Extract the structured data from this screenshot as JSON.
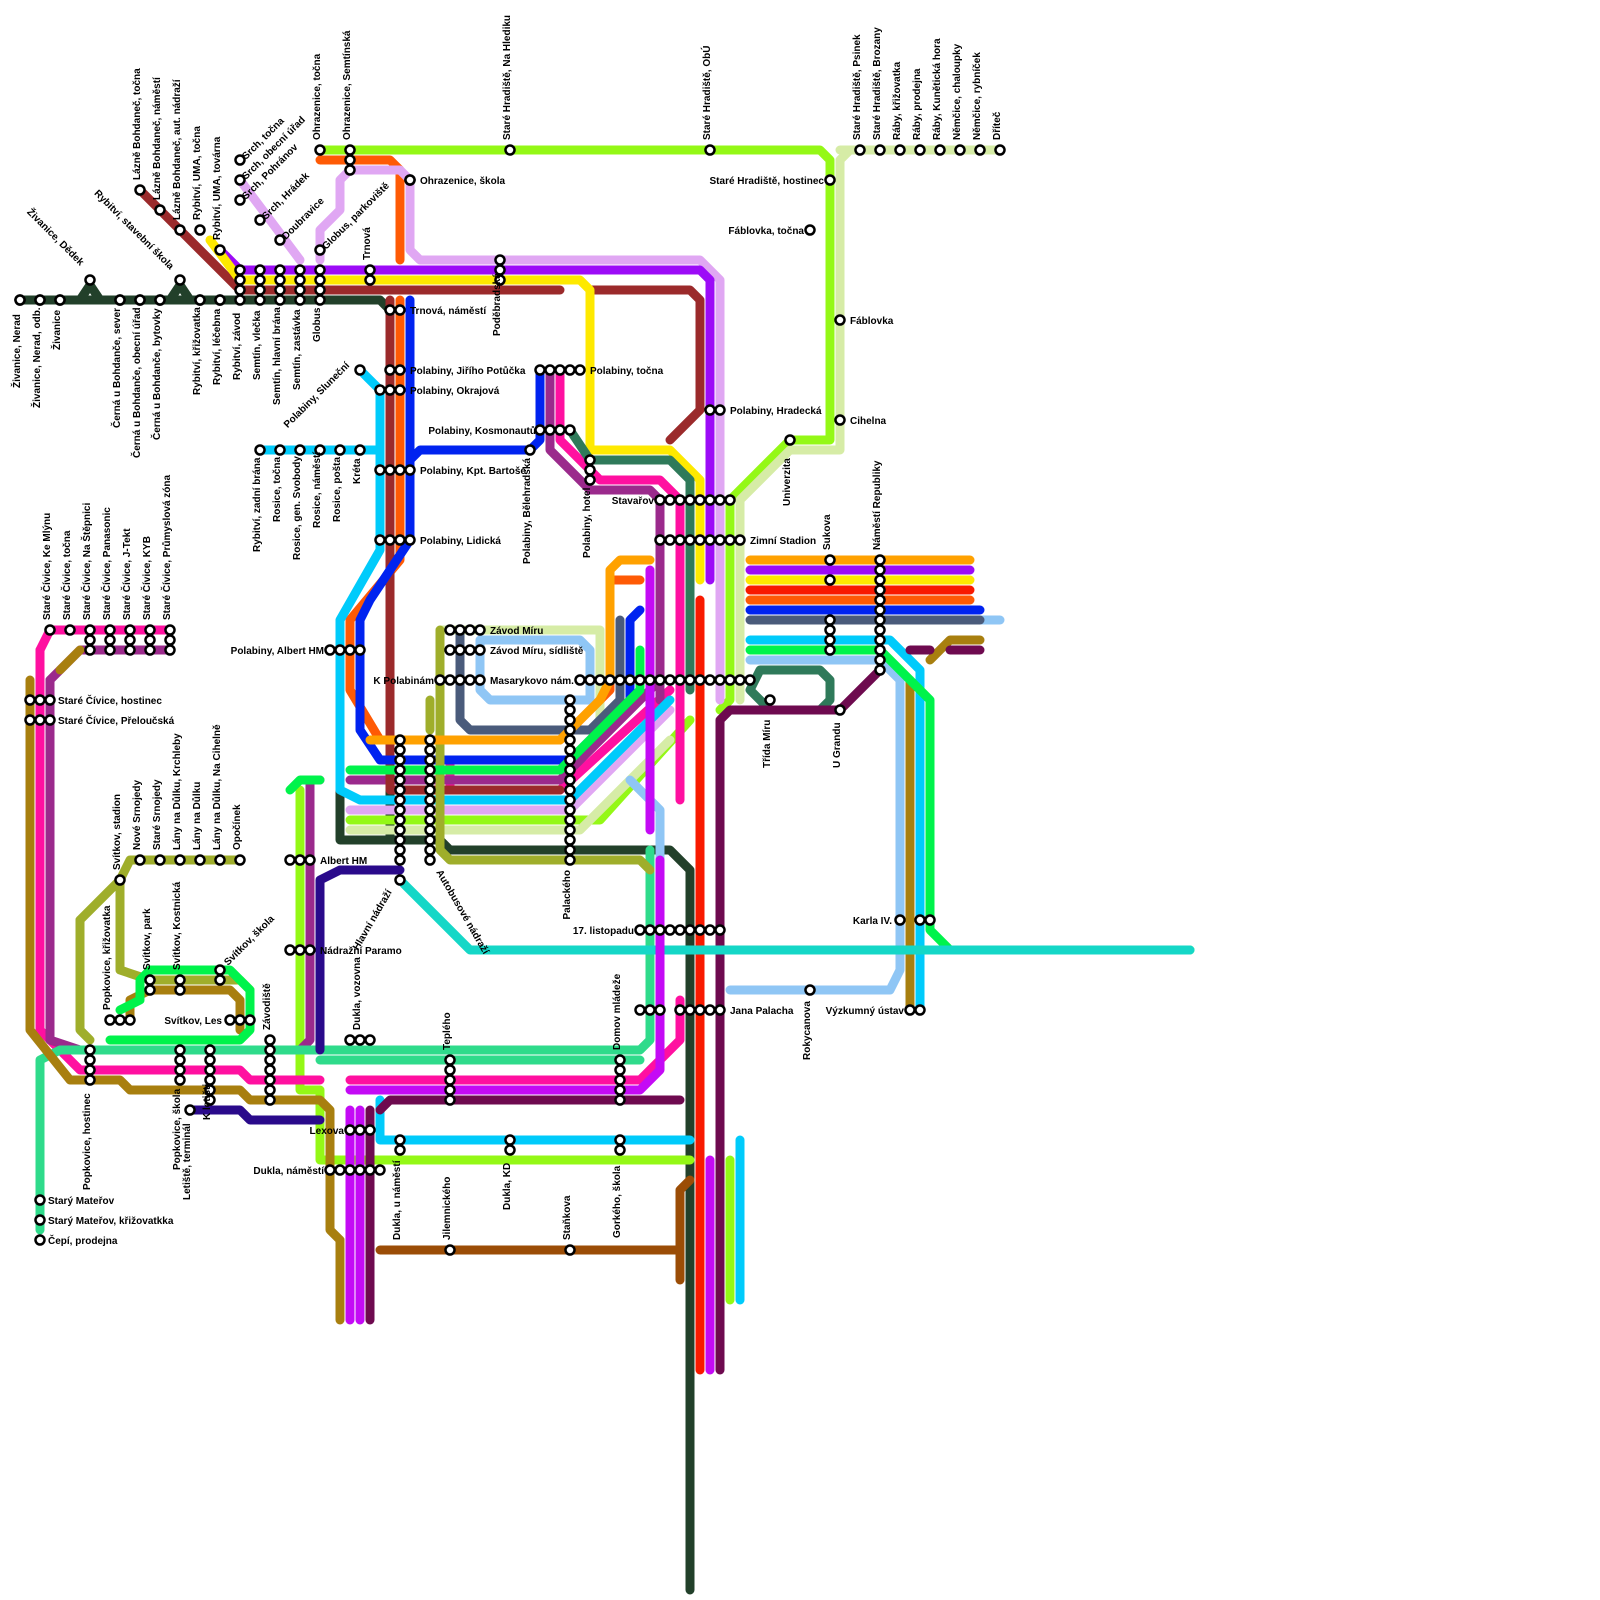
{
  "colors": {
    "dark_green": "#22402a",
    "lime": "#94f816",
    "light_lime": "#d6eca6",
    "orange": "#fe5a05",
    "lilac": "#e0a7f3",
    "purple": "#9c0bf7",
    "magenta": "#ff10a0",
    "plum": "#9b2a8c",
    "dark_red": "#9b2a2b",
    "yellow": "#fee900",
    "cyan": "#00cbfb",
    "blue": "#0023f0",
    "teal": "#2f7a5a",
    "mint": "#2fdb8b",
    "olive": "#9fae2b",
    "brown": "#a87f0f",
    "sky": "#8fc6f5",
    "slate": "#4a5b7b",
    "indigo": "#2a0a8b",
    "wine": "#6e0a4f",
    "red": "#f81a00",
    "green": "#00f34b",
    "turquoise": "#15d7c7",
    "amber": "#ffa100",
    "violet": "#c40af5",
    "rust": "#9b4d06"
  },
  "stations": [
    {
      "name": "Živanice, Nerad"
    },
    {
      "name": "Živanice, Nerad, odb."
    },
    {
      "name": "Živanice"
    },
    {
      "name": "Živanice, Dědek"
    },
    {
      "name": "Černá u Bohdanče, sever"
    },
    {
      "name": "Černá u Bohdanče, obecní úřad"
    },
    {
      "name": "Černá u Bohdanče, bytovky"
    },
    {
      "name": "Rybitví, stavební škola"
    },
    {
      "name": "Rybitví, křižovatka"
    },
    {
      "name": "Rybitví, léčebna"
    },
    {
      "name": "Rybitví, závod"
    },
    {
      "name": "Lázně Bohdaneč, točna"
    },
    {
      "name": "Lázně Bohdaneč, náměstí"
    },
    {
      "name": "Lázně Bohdaneč, aut. nádraží"
    },
    {
      "name": "Rybitví, UMA, točna"
    },
    {
      "name": "Rybitví, UMA, továrna"
    },
    {
      "name": "Semtín, vlečka"
    },
    {
      "name": "Semtín, hlavní brána"
    },
    {
      "name": "Semtín, zastávka"
    },
    {
      "name": "Globus"
    },
    {
      "name": "Srch, točna"
    },
    {
      "name": "Srch, obecní úřad"
    },
    {
      "name": "Srch, Pohránov"
    },
    {
      "name": "Srch, Hrádek"
    },
    {
      "name": "Doubravice"
    },
    {
      "name": "Globus, parkoviště"
    },
    {
      "name": "Ohrazenice, točna"
    },
    {
      "name": "Ohrazenice, Semtínská"
    },
    {
      "name": "Ohrazenice, škola"
    },
    {
      "name": "Trnová"
    },
    {
      "name": "Trnová, náměstí"
    },
    {
      "name": "Poděbradská"
    },
    {
      "name": "Staré Hradiště, Na Hlediku"
    },
    {
      "name": "Staré Hradiště, ObÚ"
    },
    {
      "name": "Staré Hradiště, hostinec"
    },
    {
      "name": "Staré Hradiště, Psinek"
    },
    {
      "name": "Staré Hradiště, Brozany"
    },
    {
      "name": "Ráby, křižovatka"
    },
    {
      "name": "Ráby, prodejna"
    },
    {
      "name": "Ráby, Kunětická hora"
    },
    {
      "name": "Němčice, chaloupky"
    },
    {
      "name": "Němčice, rybníček"
    },
    {
      "name": "Dříteč"
    },
    {
      "name": "Fáblovka, točna"
    },
    {
      "name": "Fáblovka"
    },
    {
      "name": "Cihelna"
    },
    {
      "name": "Univerzita"
    },
    {
      "name": "Polabiny, Jiřího Potůčka"
    },
    {
      "name": "Polabiny, Okrajová"
    },
    {
      "name": "Polabiny, Sluneční"
    },
    {
      "name": "Polabiny, točna"
    },
    {
      "name": "Polabiny, Kosmonautů"
    },
    {
      "name": "Polabiny, Hradecká"
    },
    {
      "name": "Polabiny, Kpt. Bartoše"
    },
    {
      "name": "Polabiny, Bělehradská"
    },
    {
      "name": "Polabiny, hotel"
    },
    {
      "name": "Stavařov"
    },
    {
      "name": "Polabiny, Lidická"
    },
    {
      "name": "Zimní Stadion"
    },
    {
      "name": "Rybitví, zadní brána"
    },
    {
      "name": "Rosice, točna"
    },
    {
      "name": "Rosice, gen. Svobody"
    },
    {
      "name": "Rosice, náměstí"
    },
    {
      "name": "Rosice, pošta"
    },
    {
      "name": "Kréta"
    },
    {
      "name": "Sukova"
    },
    {
      "name": "Náměstí Republiky"
    },
    {
      "name": "Polabiny, Albert HM"
    },
    {
      "name": "Závod Míru"
    },
    {
      "name": "Závod Míru, sídliště"
    },
    {
      "name": "K Polabinám"
    },
    {
      "name": "Masarykovo nám."
    },
    {
      "name": "Třída Míru"
    },
    {
      "name": "U Grandu"
    },
    {
      "name": "Staré Čívice, Ke Mlýnu"
    },
    {
      "name": "Staré Čívice, točna"
    },
    {
      "name": "Staré Čívice, Na Štěpnici"
    },
    {
      "name": "Staré Čívice, Panasonic"
    },
    {
      "name": "Staré Čívice, J-Tekt"
    },
    {
      "name": "Staré Čívice, KYB"
    },
    {
      "name": "Staré Čívice, Průmyslová zóna"
    },
    {
      "name": "Staré Čívice, hostinec"
    },
    {
      "name": "Staré Čívice, Přeloučská"
    },
    {
      "name": "Svítkov, stadion"
    },
    {
      "name": "Nové Srnojedy"
    },
    {
      "name": "Staré Srnojedy"
    },
    {
      "name": "Lány na Důlku, Krchleby"
    },
    {
      "name": "Lány na Důlku"
    },
    {
      "name": "Lány na Důlku, Na Cihelně"
    },
    {
      "name": "Opočínek"
    },
    {
      "name": "Albert HM"
    },
    {
      "name": "Hlavní nádraží"
    },
    {
      "name": "Autobusové nádraží"
    },
    {
      "name": "Palackého"
    },
    {
      "name": "Popkovice, křižovatka"
    },
    {
      "name": "Svítkov, park"
    },
    {
      "name": "Svítkov, Kostnická"
    },
    {
      "name": "Svítkov, škola"
    },
    {
      "name": "Závodiště"
    },
    {
      "name": "Nádražní Paramo"
    },
    {
      "name": "17. listopadu"
    },
    {
      "name": "Karla IV."
    },
    {
      "name": "Svítkov, Les"
    },
    {
      "name": "Dukla, vozovna"
    },
    {
      "name": "Teplého"
    },
    {
      "name": "Domov mládeže"
    },
    {
      "name": "Jana Palacha"
    },
    {
      "name": "Rokycanova"
    },
    {
      "name": "Výzkumný ústav"
    },
    {
      "name": "Popkovice, hostinec"
    },
    {
      "name": "Popkovice, škola"
    },
    {
      "name": "Letiště, terminál"
    },
    {
      "name": "K letišti"
    },
    {
      "name": "Lexova"
    },
    {
      "name": "Dukla, náměstí"
    },
    {
      "name": "Dukla, u náměstí"
    },
    {
      "name": "Dukla, KD"
    },
    {
      "name": "Gorkého, škola"
    },
    {
      "name": "Starý Mateřov"
    },
    {
      "name": "Starý Mateřov, křižovatkka"
    },
    {
      "name": "Čepí, prodejna"
    },
    {
      "name": "Jilemnického"
    },
    {
      "name": "Staňkova"
    }
  ]
}
